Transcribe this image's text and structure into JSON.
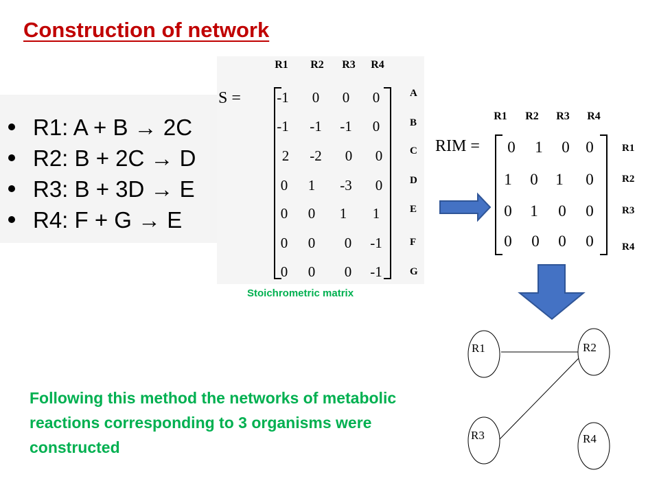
{
  "title": "Construction of network",
  "reactions": [
    "R1:  A + B → 2C",
    "R2:  B + 2C → D",
    "R3:  B + 3D → E",
    "R4:  F + G → E"
  ],
  "stoichiometric_matrix": {
    "label": "S =",
    "columns": [
      "R1",
      "R2",
      "R3",
      "R4"
    ],
    "rows": [
      "A",
      "B",
      "C",
      "D",
      "E",
      "F",
      "G"
    ],
    "values": [
      [
        "-1",
        "0",
        "0",
        "0"
      ],
      [
        "-1",
        "-1",
        "-1",
        "0"
      ],
      [
        "2",
        "-2",
        "0",
        "0"
      ],
      [
        "0",
        "1",
        "-3",
        "0"
      ],
      [
        "0",
        "0",
        "1",
        "1"
      ],
      [
        "0",
        "0",
        "0",
        "-1"
      ],
      [
        "0",
        "0",
        "0",
        "-1"
      ]
    ],
    "caption": "Stoichrometric matrix"
  },
  "reaction_interaction_matrix": {
    "label": "RIM =",
    "columns": [
      "R1",
      "R2",
      "R3",
      "R4"
    ],
    "rows": [
      "R1",
      "R2",
      "R3",
      "R4"
    ],
    "values": [
      [
        "0",
        "1",
        "0",
        "0"
      ],
      [
        "1",
        "0",
        "1",
        "0"
      ],
      [
        "0",
        "1",
        "0",
        "0"
      ],
      [
        "0",
        "0",
        "0",
        "0"
      ]
    ]
  },
  "network": {
    "nodes": [
      "R1",
      "R2",
      "R3",
      "R4"
    ],
    "edges": [
      [
        "R1",
        "R2"
      ],
      [
        "R2",
        "R3"
      ]
    ]
  },
  "summary": "Following this method the networks of metabolic reactions corresponding to 3 organisms were constructed",
  "colors": {
    "title": "#c00000",
    "caption": "#00b050",
    "arrow_fill": "#4472c4",
    "arrow_stroke": "#2f5597"
  }
}
